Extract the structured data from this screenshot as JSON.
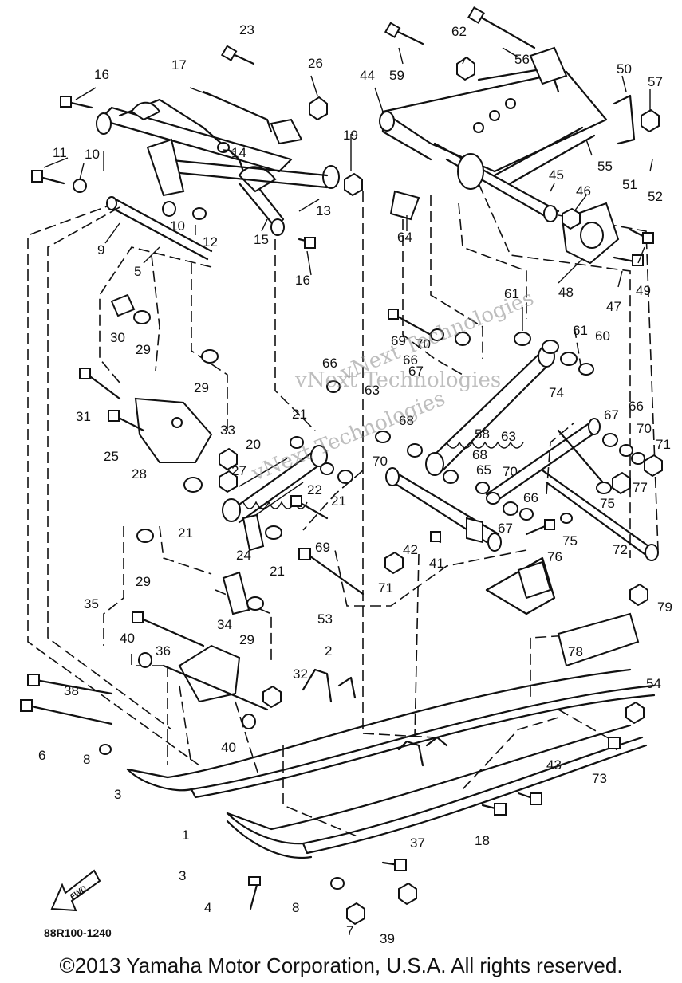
{
  "diagram": {
    "callouts": [
      "1",
      "2",
      "3",
      "3",
      "4",
      "5",
      "6",
      "7",
      "8",
      "8",
      "9",
      "10",
      "10",
      "11",
      "12",
      "13",
      "14",
      "15",
      "16",
      "16",
      "17",
      "18",
      "19",
      "20",
      "21",
      "21",
      "21",
      "21",
      "22",
      "23",
      "24",
      "25",
      "26",
      "27",
      "28",
      "29",
      "29",
      "29",
      "29",
      "30",
      "31",
      "32",
      "33",
      "34",
      "35",
      "36",
      "37",
      "38",
      "39",
      "40",
      "40",
      "41",
      "42",
      "43",
      "44",
      "45",
      "46",
      "47",
      "48",
      "49",
      "50",
      "51",
      "52",
      "53",
      "54",
      "55",
      "56",
      "57",
      "58",
      "59",
      "60",
      "61",
      "61",
      "62",
      "63",
      "63",
      "64",
      "65",
      "66",
      "66",
      "66",
      "67",
      "67",
      "67",
      "68",
      "68",
      "69",
      "69",
      "70",
      "70",
      "70",
      "70",
      "71",
      "71",
      "72",
      "73",
      "74",
      "75",
      "75",
      "76",
      "77",
      "78",
      "79"
    ],
    "watermark_1": "vNext Technologies",
    "watermark_2": "vNext Technologies",
    "watermark_3": "vNext Technologies",
    "fwd_label": "FWD",
    "drawing_code": "88R100-1240"
  },
  "footer": {
    "copyright": "©2013 Yamaha Motor Corporation, U.S.A. All rights reserved."
  }
}
